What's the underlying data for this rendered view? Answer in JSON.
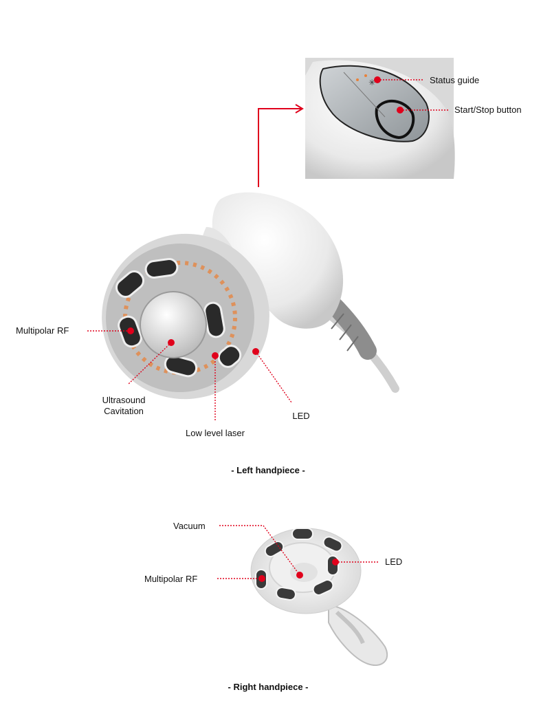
{
  "left_handpiece": {
    "caption": "- Left handpiece -",
    "labels": {
      "status_guide": "Status guide",
      "start_stop": "Start/Stop button",
      "multipolar_rf": "Multipolar RF",
      "ultrasound_line1": "Ultrasound",
      "ultrasound_line2": "Cavitation",
      "low_level_laser": "Low level laser",
      "led": "LED"
    }
  },
  "right_handpiece": {
    "caption": "- Right handpiece -",
    "labels": {
      "vacuum": "Vacuum",
      "multipolar_rf": "Multipolar RF",
      "led": "LED"
    }
  },
  "colors": {
    "callout": "#e0001b",
    "laser_glow": "#e8823a",
    "body": "#f2f2f2",
    "electrode": "#2a2a2a"
  }
}
